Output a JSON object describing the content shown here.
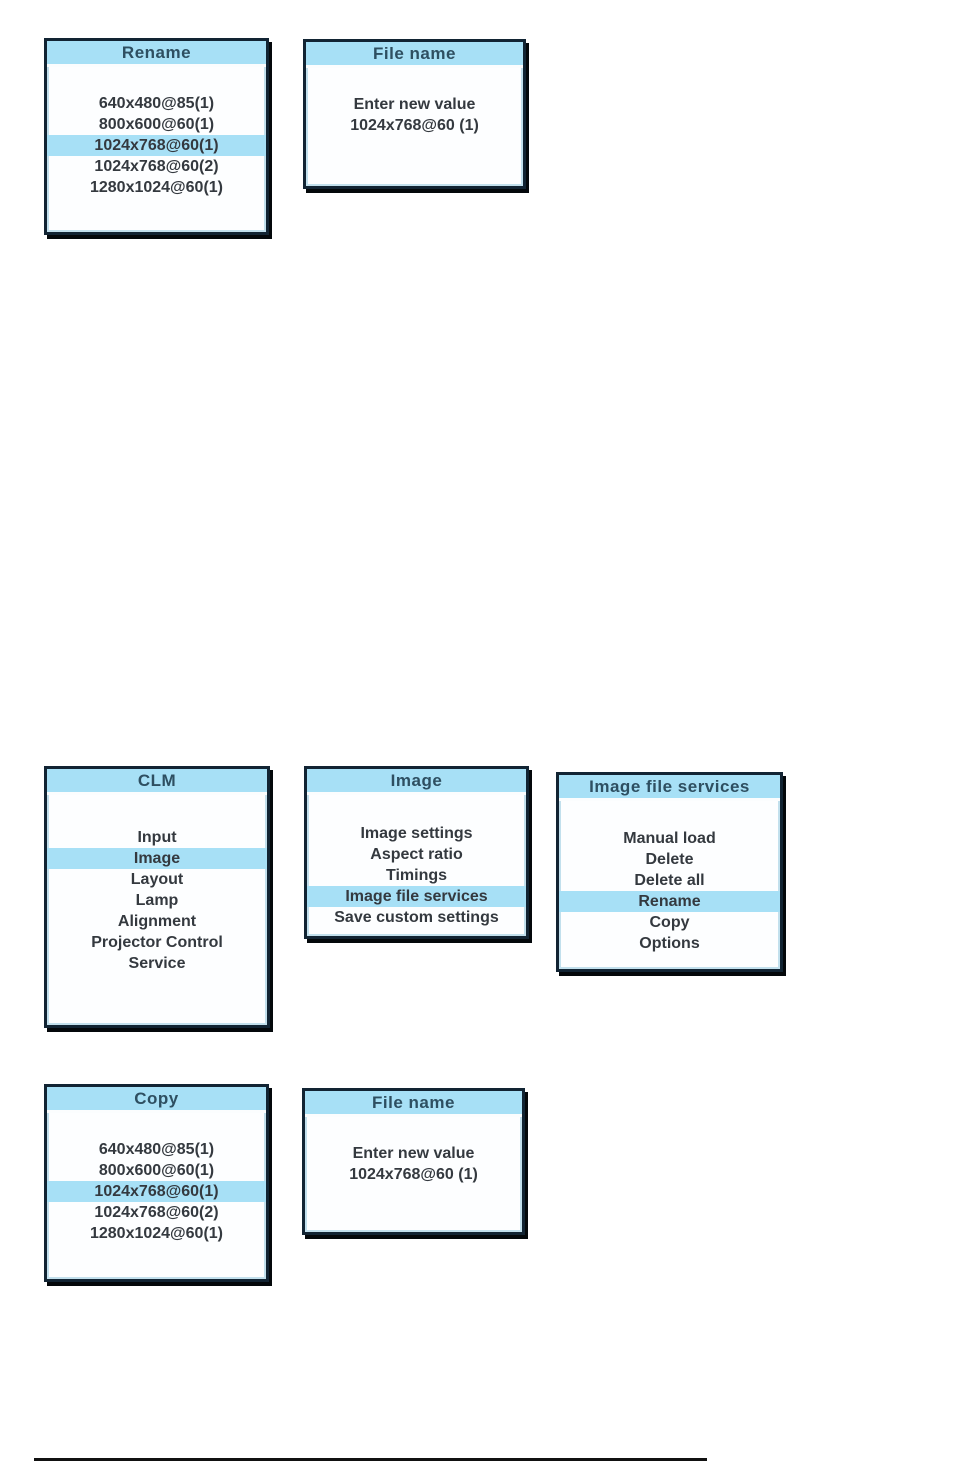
{
  "page": {
    "background": "#ffffff",
    "description_colors": {
      "title_bar_blue": "#a7e0f6",
      "highlight_blue": "#a7e0f6",
      "box_border_dark": "#122433",
      "box_shadow_black": "#04080b",
      "title_text": "#2e4f61",
      "item_text": "#34393f",
      "footer_rule": "#111111"
    }
  },
  "menus": {
    "rename": {
      "title": "Rename",
      "items": [
        "640x480@85(1)",
        "800x600@60(1)",
        "1024x768@60(1)",
        "1024x768@60(2)",
        "1280x1024@60(1)"
      ],
      "selected_index": 2
    },
    "file_name_top": {
      "title": "File name",
      "prompt": "Enter new value",
      "value": "1024x768@60 (1)"
    },
    "clm": {
      "title": "CLM",
      "items": [
        "Input",
        "Image",
        "Layout",
        "Lamp",
        "Alignment",
        "Projector Control",
        "Service"
      ],
      "selected_index": 1
    },
    "image": {
      "title": "Image",
      "items": [
        "Image settings",
        "Aspect ratio",
        "Timings",
        "Image file services",
        "Save custom settings"
      ],
      "selected_index": 3
    },
    "image_file_services": {
      "title": "Image file services",
      "items": [
        "Manual load",
        "Delete",
        "Delete all",
        "Rename",
        "Copy",
        "Options"
      ],
      "selected_index": 3
    },
    "copy": {
      "title": "Copy",
      "items": [
        "640x480@85(1)",
        "800x600@60(1)",
        "1024x768@60(1)",
        "1024x768@60(2)",
        "1280x1024@60(1)"
      ],
      "selected_index": 2
    },
    "file_name_bottom": {
      "title": "File name",
      "prompt": "Enter new value",
      "value": "1024x768@60 (1)"
    }
  }
}
